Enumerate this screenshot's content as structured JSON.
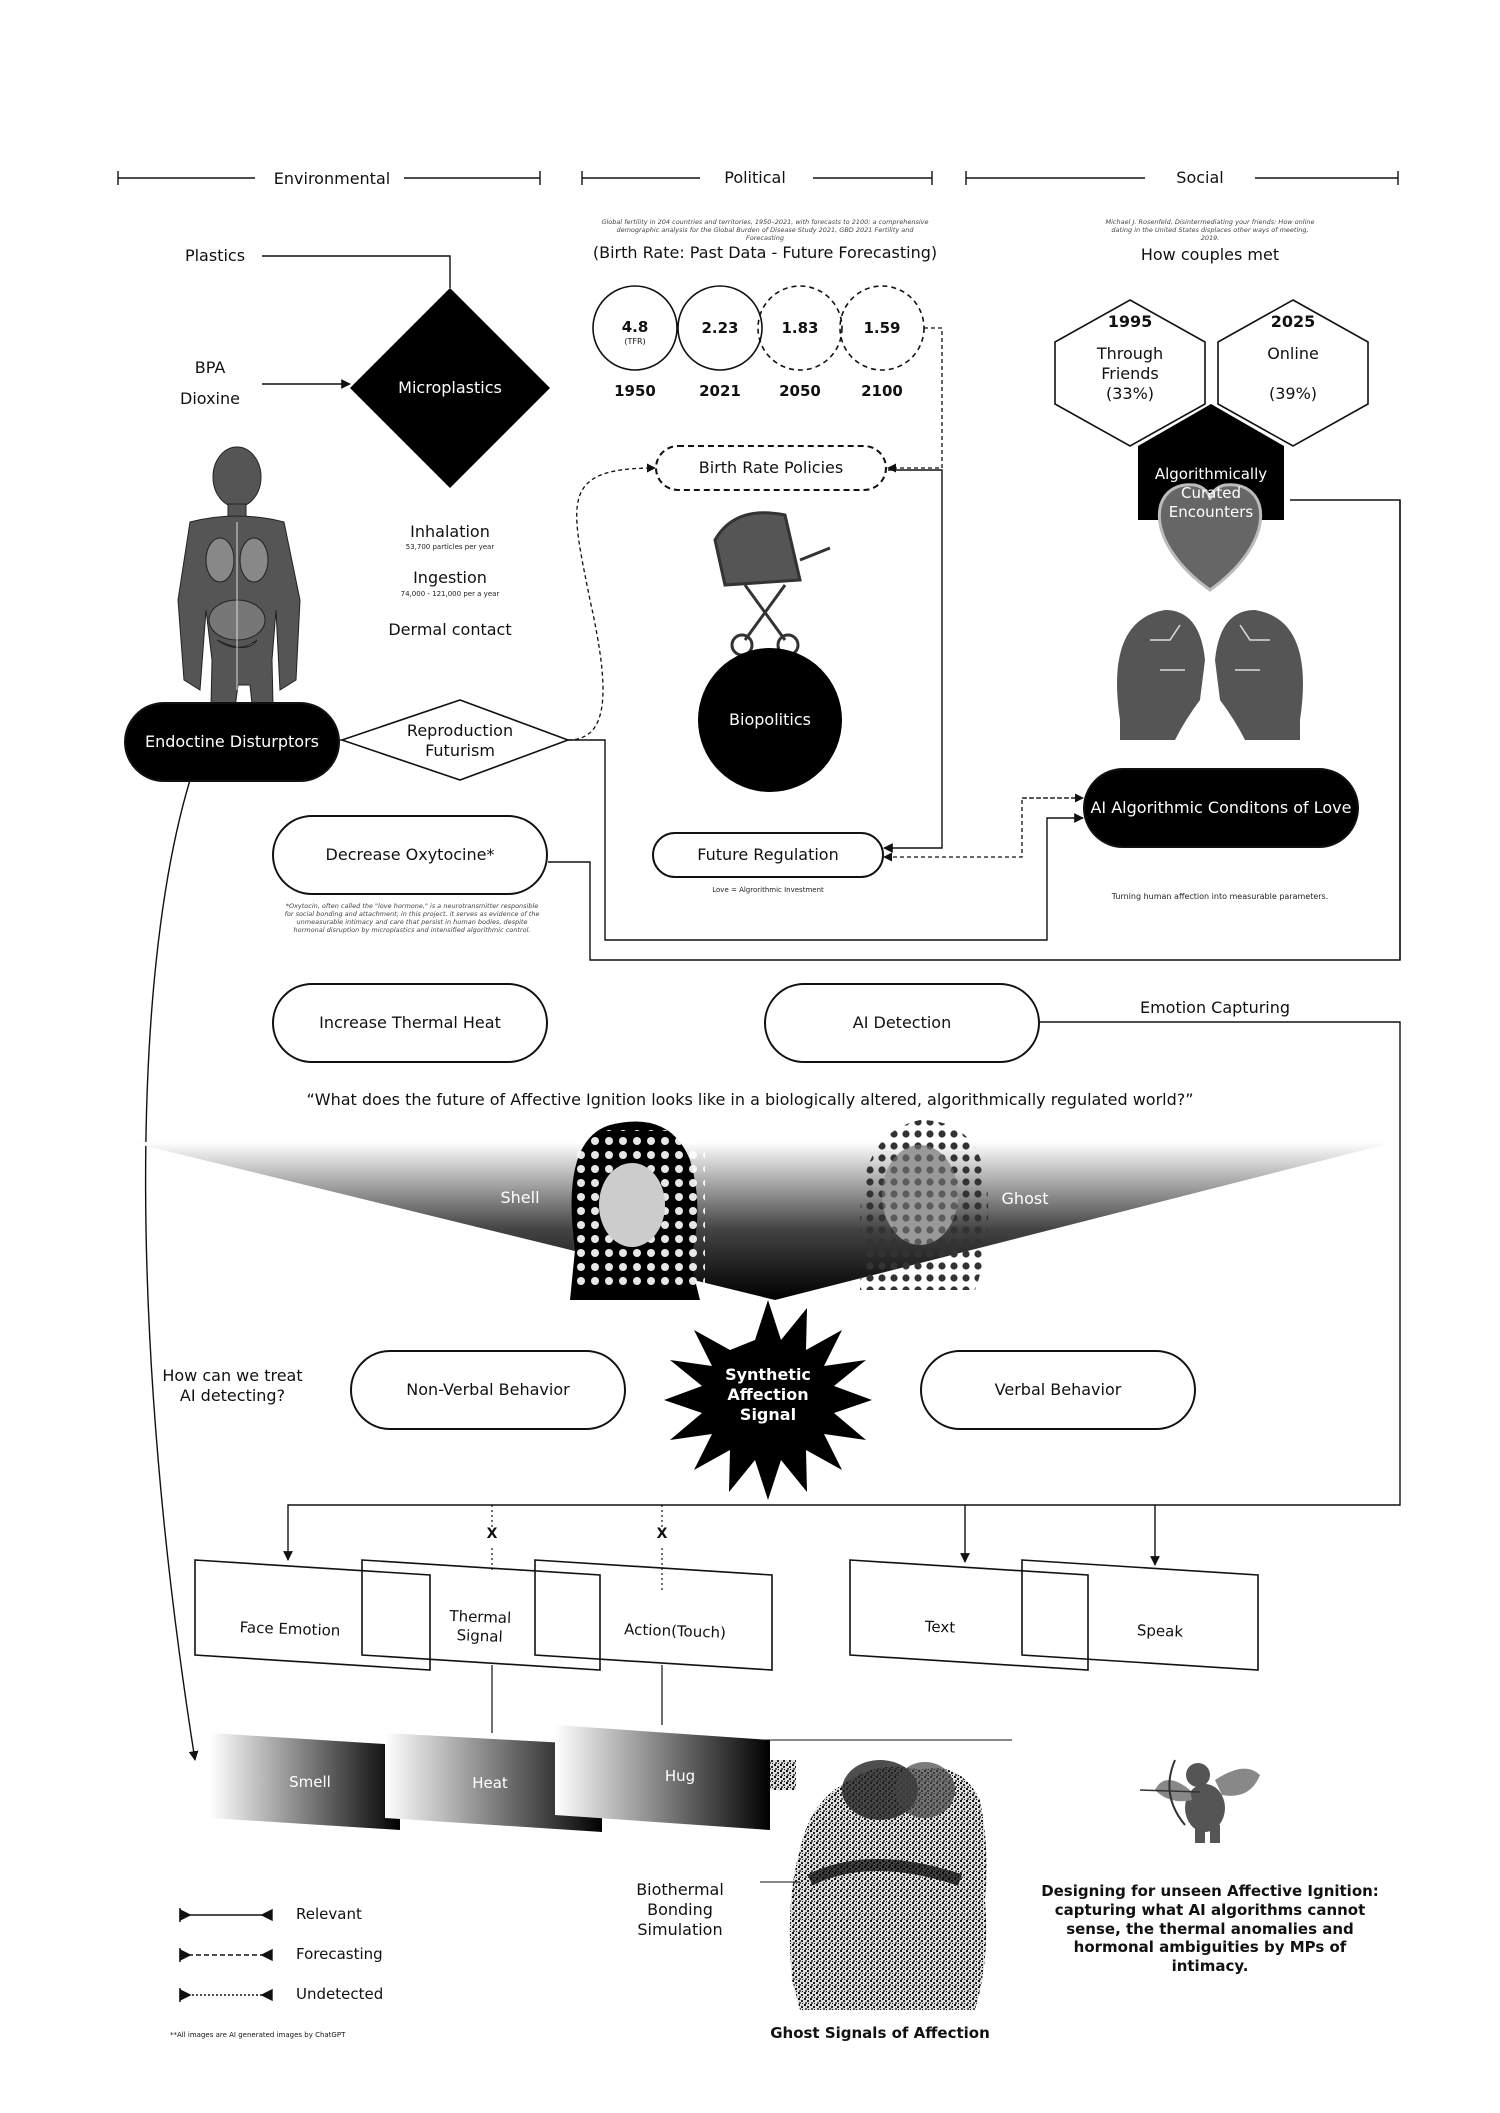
{
  "header": {
    "environmental": "Environmental",
    "political": "Political",
    "social": "Social"
  },
  "environmental": {
    "plastics": "Plastics",
    "bpa": "BPA",
    "dioxine": "Dioxine",
    "microplastics": "Microplastics",
    "inhalation": "Inhalation",
    "inhalation_note": "53,700 particles per year",
    "ingestion": "Ingestion",
    "ingestion_note": "74,000 - 121,000 per a year",
    "dermal": "Dermal contact",
    "endocrine": "Endoctine\nDisturptors",
    "reproduction": "Reproduction\nFuturism",
    "oxytocin": "Decrease Oxytocine*",
    "oxytocin_note": "*Oxytocin, often called the \"love hormone,\" is a neurotransmitter responsible for social bonding and attachment; in this project, it serves as evidence of the unmeasurable intimacy and care that persist in human bodies, despite hormonal disruption by microplastics and intensified algorithmic control."
  },
  "political": {
    "source": "Global fertility in 204 countries and territories, 1950–2021, with forecasts to 2100: a comprehensive demographic analysis for the Global Burden of Disease Study 2021, GBD 2021 Fertility and Forecasting",
    "title": "(Birth Rate: Past Data - Future Forecasting)",
    "circles": [
      {
        "value": "4.8",
        "sub": "(TFR)",
        "year": "1950"
      },
      {
        "value": "2.23",
        "sub": "",
        "year": "2021"
      },
      {
        "value": "1.83",
        "sub": "",
        "year": "2050"
      },
      {
        "value": "1.59",
        "sub": "",
        "year": "2100"
      }
    ],
    "policies": "Birth Rate Policies",
    "biopolitics": "Biopolitics",
    "future_regulation": "Future Regulation",
    "love_note": "Love = Algrorithmic Investment"
  },
  "social": {
    "source": "Michael J. Rosenfeld, Disintermediating your friends: How online dating in the United States displaces other ways of meeting, 2019.",
    "title": "How couples met",
    "hex_1995_year": "1995",
    "hex_1995_label": "Through\nFriends\n(33%)",
    "hex_2025_year": "2025",
    "hex_2025_label": "Online\n\n(39%)",
    "curated": "Algorithmically\nCurated\nEncounters",
    "ai_love": "AI Algorithmic\nConditons of Love",
    "turning": "Turning human affection into measurable parameters."
  },
  "middle": {
    "thermal_heat": "Increase Thermal Heat",
    "ai_detection": "AI Detection",
    "emotion_capturing": "Emotion Capturing",
    "question": "“What does the future of Affective Ignition looks like in a biologically altered, algorithmically regulated world?”",
    "shell": "Shell",
    "ghost": "Ghost",
    "synthetic": "Synthetic\nAffection\nSignal",
    "treat_question": "How can we treat\nAI detecting?",
    "non_verbal": "Non-Verbal Behavior",
    "verbal": "Verbal Behavior"
  },
  "lower": {
    "x_mark": "X",
    "face_emotion": "Face Emotion",
    "thermal_signal": "Thermal\nSignal",
    "action_touch": "Action(Touch)",
    "text": "Text",
    "speak": "Speak",
    "smell": "Smell",
    "heat": "Heat",
    "hug": "Hug",
    "biothermal": "Biothermal\nBonding\nSimulation",
    "ghost_signals": "Ghost Signals of Affection",
    "designing": "Designing for unseen Affective Ignition:\ncapturing what AI algorithms cannot\nsense, the thermal anomalies and\nhormonal ambiguities by MPs of intimacy."
  },
  "legend": {
    "relevant": "Relevant",
    "forecasting": "Forecasting",
    "undetected": "Undetected",
    "footnote": "**All images are AI generated images by ChatGPT"
  },
  "icons": [
    "human-body-icon",
    "baby-stroller-icon",
    "heart-heads-icon",
    "woman-shell-icon",
    "woman-ghost-icon",
    "starburst-icon",
    "embrace-noise-icon",
    "cupid-icon"
  ]
}
